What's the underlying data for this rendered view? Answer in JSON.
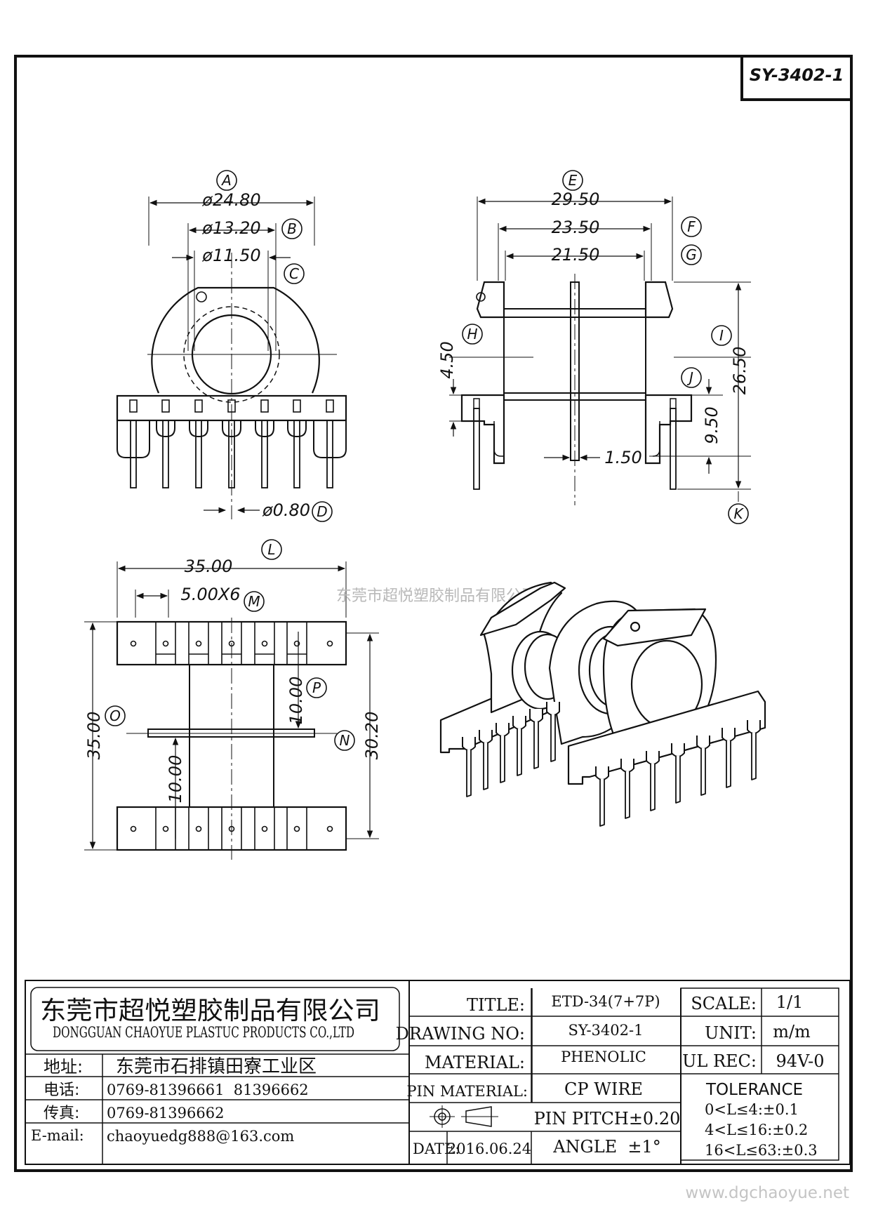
{
  "drawing_code": "SY-3402-1",
  "watermark": "东莞市超悦塑胶制品有限公司",
  "footer_url": "www.dgchaoyue.net",
  "front_view": {
    "dim_a": "ø24.80",
    "dim_b": "ø13.20",
    "dim_c": "ø11.50",
    "dim_d": "ø0.80",
    "tag_a": "A",
    "tag_b": "B",
    "tag_c": "C",
    "tag_d": "D"
  },
  "side_view": {
    "dim_e": "29.50",
    "dim_f": "23.50",
    "dim_g": "21.50",
    "dim_h": "4.50",
    "dim_i": "26.50",
    "dim_j": "9.50",
    "dim_pin": "1.50",
    "tag_e": "E",
    "tag_f": "F",
    "tag_g": "G",
    "tag_h": "H",
    "tag_i": "I",
    "tag_j": "J",
    "tag_k": "K"
  },
  "bottom_view": {
    "dim_l": "35.00",
    "dim_m": "5.00X6",
    "dim_o": "35.00",
    "dim_n": "30.20",
    "dim_p": "10.00",
    "dim_lower": "10.00",
    "tag_l": "L",
    "tag_m": "M",
    "tag_n": "N",
    "tag_o": "O",
    "tag_p": "P"
  },
  "title_block": {
    "company_cn": "东莞市超悦塑胶制品有限公司",
    "company_en": "DONGGUAN CHAOYUE PLASTUC PRODUCTS CO.,LTD",
    "address_label": "地址:",
    "address_value": "东莞市石排镇田寮工业区",
    "phone_label": "电话:",
    "phone_value": "0769-81396661  81396662",
    "fax_label": "传真:",
    "fax_value": "0769-81396662",
    "email_label": "E-mail:",
    "email_value": "chaoyuedg888@163.com",
    "title_label": "TITLE:",
    "title_value": "ETD-34(7+7P)",
    "drawing_no_label": "DRAWING NO:",
    "drawing_no_value": "SY-3402-1",
    "material_label": "MATERIAL:",
    "material_value": "PHENOLIC",
    "pin_material_label": "PIN MATERIAL:",
    "pin_material_value": "CP WIRE",
    "pin_pitch": "PIN PITCH±0.20",
    "date_label": "DATE:",
    "date_value": "2016.06.24",
    "angle": "ANGLE  ±1°",
    "scale_label": "SCALE:",
    "scale_value": "1/1",
    "unit_label": "UNIT:",
    "unit_value": "m/m",
    "ul_label": "UL REC:",
    "ul_value": "94V-0",
    "tolerance_label": "TOLERANCE",
    "tolerance_rows": [
      "0<L≤4:±0.1",
      "4<L≤16:±0.2",
      "16<L≤63:±0.3"
    ]
  }
}
